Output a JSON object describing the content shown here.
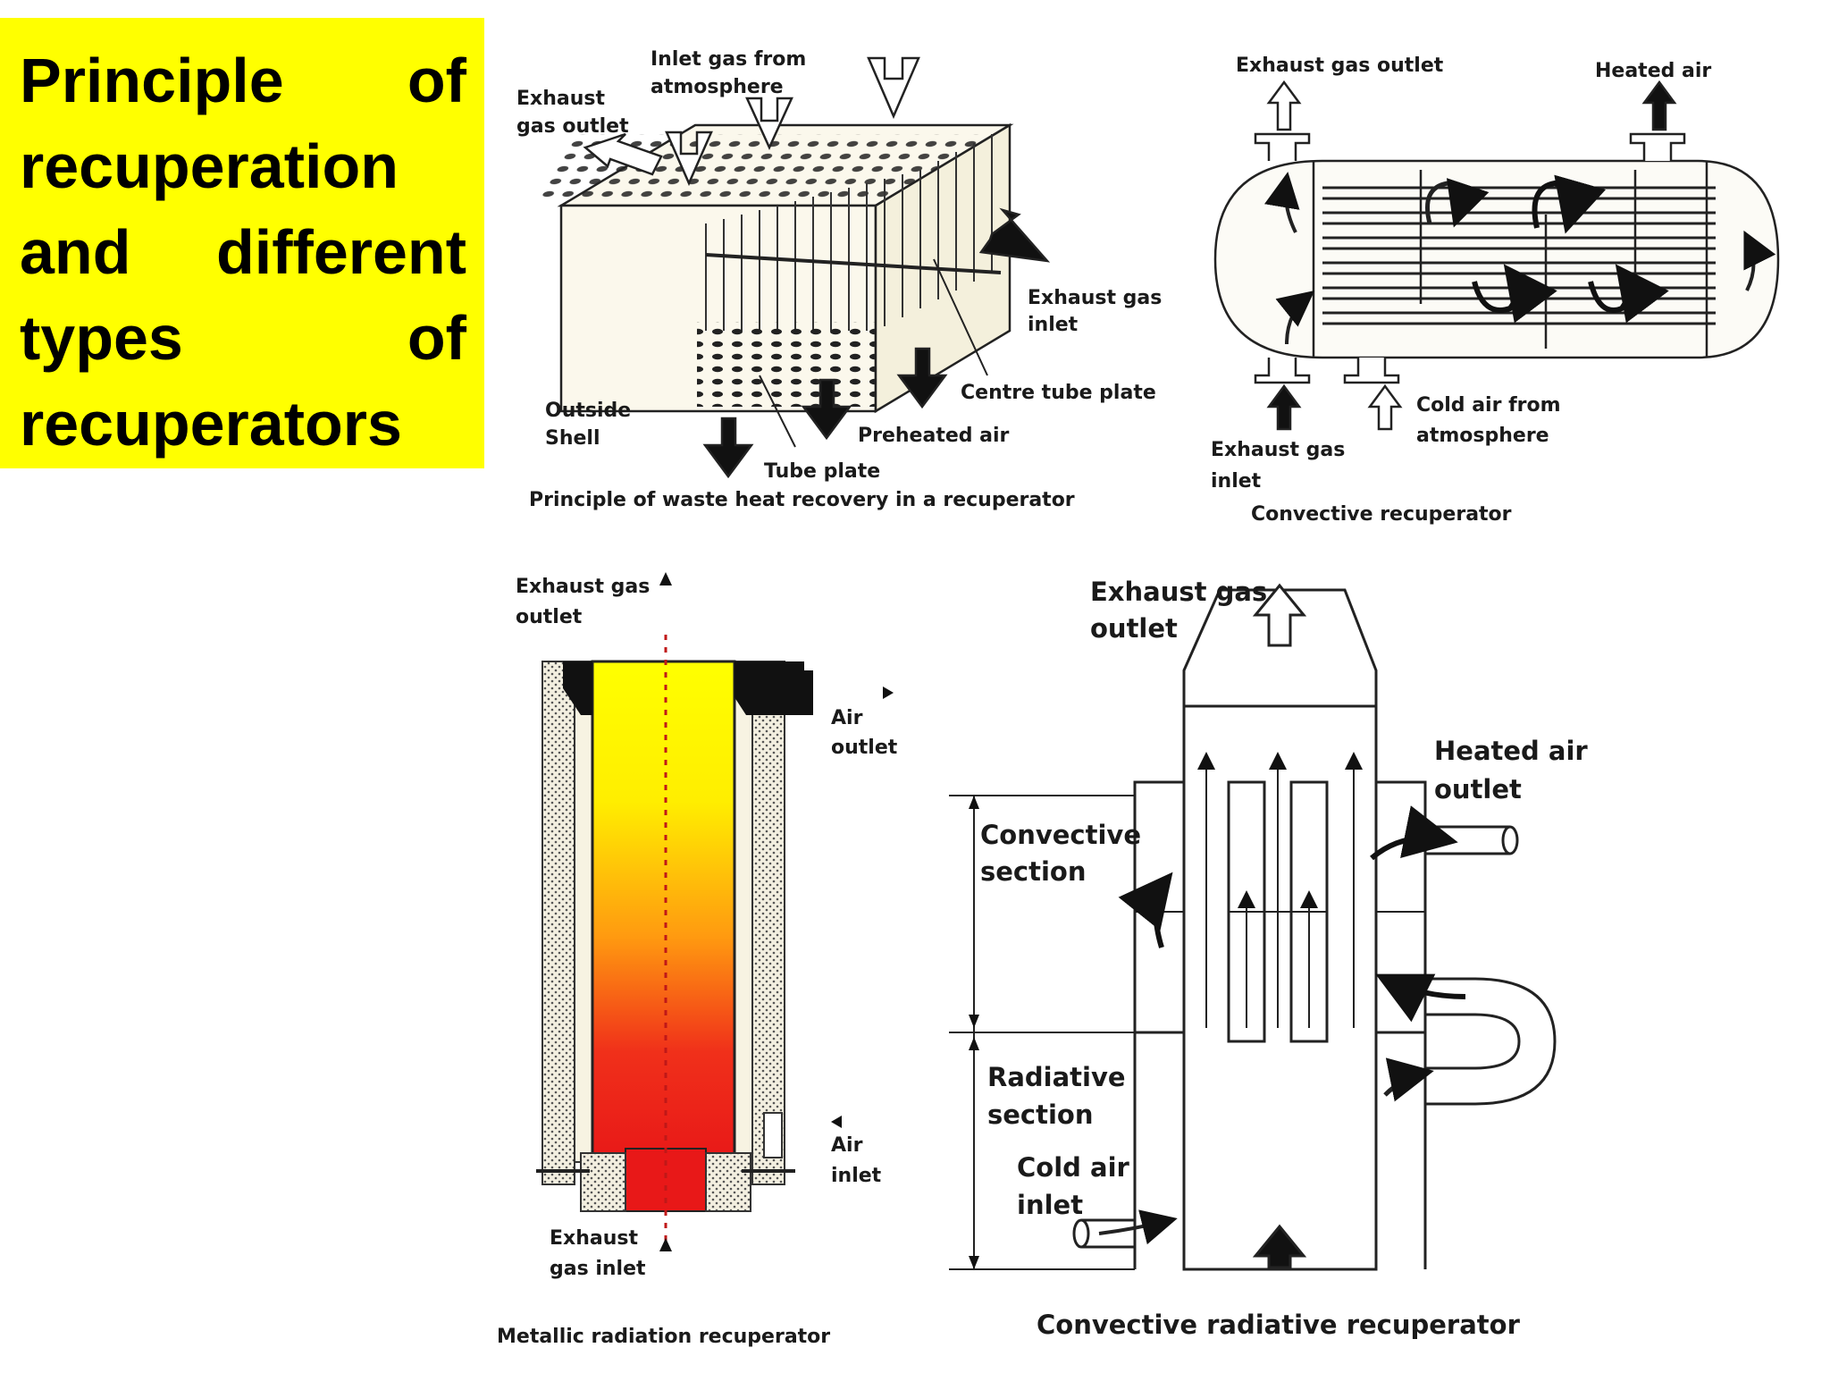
{
  "title": {
    "lines": [
      [
        "Principle",
        "of"
      ],
      [
        "recuperation",
        ""
      ],
      [
        "and",
        "different"
      ],
      [
        "types",
        "of"
      ],
      [
        "recuperators",
        ""
      ]
    ]
  },
  "colors": {
    "title_bg": "#ffff00",
    "hot": "#e81a1a",
    "warm": "#ffff00"
  },
  "waste_heat": {
    "caption": "Principle of waste heat recovery in a recuperator",
    "labels": {
      "exhaust_outlet_1": "Exhaust",
      "exhaust_outlet_2": "gas outlet",
      "inlet_gas_1": "Inlet gas from",
      "inlet_gas_2": "atmosphere",
      "exhaust_inlet_1": "Exhaust gas",
      "exhaust_inlet_2": "inlet",
      "centre_tube": "Centre tube plate",
      "outside_1": "Outside",
      "outside_2": "Shell",
      "preheated": "Preheated air",
      "tube_plate": "Tube plate"
    }
  },
  "convective": {
    "caption": "Convective recuperator",
    "labels": {
      "exhaust_outlet": "Exhaust gas outlet",
      "heated_air": "Heated air",
      "cold_air_1": "Cold air from",
      "cold_air_2": "atmosphere",
      "exhaust_inlet_1": "Exhaust gas",
      "exhaust_inlet_2": "inlet"
    }
  },
  "metallic": {
    "caption": "Metallic radiation recuperator",
    "labels": {
      "exhaust_outlet_1": "Exhaust gas",
      "exhaust_outlet_2": "outlet",
      "air_outlet_1": "Air",
      "air_outlet_2": "outlet",
      "air_inlet_1": "Air",
      "air_inlet_2": "inlet",
      "exhaust_inlet_1": "Exhaust",
      "exhaust_inlet_2": "gas inlet"
    }
  },
  "conv_radiative": {
    "caption": "Convective radiative recuperator",
    "labels": {
      "exhaust_outlet_1": "Exhaust gas",
      "exhaust_outlet_2": "outlet",
      "heated_air_1": "Heated air",
      "heated_air_2": "outlet",
      "convective_1": "Convective",
      "convective_2": "section",
      "radiative_1": "Radiative",
      "radiative_2": "section",
      "cold_air_1": "Cold air",
      "cold_air_2": "inlet"
    }
  }
}
